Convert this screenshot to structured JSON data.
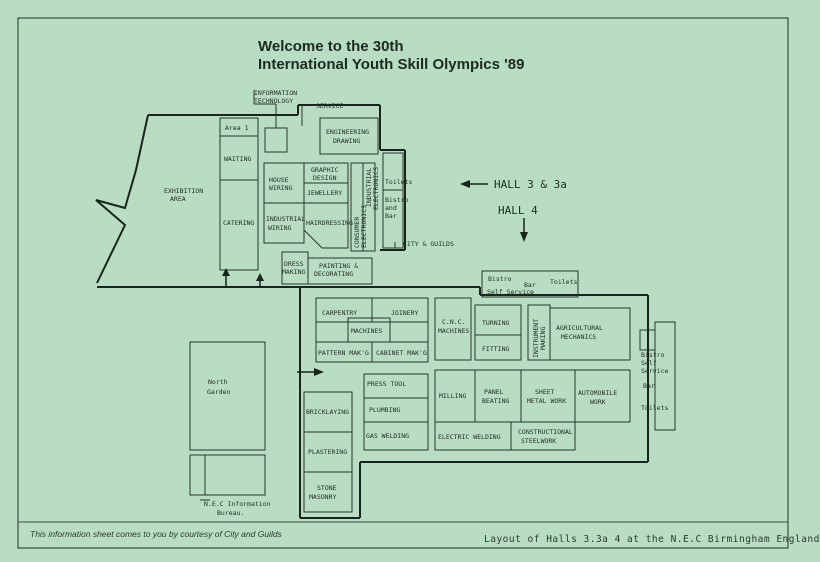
{
  "title": {
    "line1": "Welcome to the 30th",
    "line2": "International Youth Skill Olympics '89"
  },
  "footer": {
    "credit": "This information sheet comes to you by courtesy of City and Guilds",
    "caption": "Layout of Halls  3.3a 4 at the N.E.C  Birmingham England"
  },
  "labels": {
    "information_technology": [
      "INFORMATION",
      "TECHNOLOGY"
    ],
    "service": "SERVICE",
    "exhibition_area": [
      "EXHIBITION",
      "AREA"
    ],
    "area1": "Area 1",
    "waiting": "WAITING",
    "catering": "CATERING",
    "engineering_drawing": [
      "ENGINEERING",
      "DRAWING"
    ],
    "graphic_design": [
      "GRAPHIC",
      "DESIGN"
    ],
    "house_wiring": [
      "HOUSE",
      "WIRING"
    ],
    "jewellery": "JEWELLERY",
    "industrial_wiring": [
      "INDUSTRIAL",
      "WIRING"
    ],
    "hairdressing": "HAIRDRESSING",
    "industrial_electronics": [
      "INDUSTRIAL",
      "ELECTRONICS"
    ],
    "consumer_electronics": [
      "CONSUMER",
      "ELECTRONICS"
    ],
    "toilets_top": "Toilets",
    "bistro_bar_top": [
      "Bistro",
      "and",
      "Bar"
    ],
    "city_guilds": "CITY & GUILDS",
    "hall_33a": "HALL  3 & 3a",
    "hall_4": "HALL  4",
    "dress_making": [
      "DRESS",
      "MAKING"
    ],
    "painting_decorating": [
      "PAINTING &",
      "DECORATING"
    ],
    "bistro_self_service_mid": [
      "Bistro",
      "Bar",
      "Toilets",
      "Self Service"
    ],
    "carpentry": "CARPENTRY",
    "joinery": "JOINERY",
    "machines": "MACHINES",
    "pattern_making": "PATTERN MAK'G",
    "cabinet_making": "CABINET MAK'G",
    "cnc_machines": [
      "C.N.C.",
      "MACHINES"
    ],
    "turning": "TURNING",
    "fitting": "FITTING",
    "instrument_making": [
      "INSTRUMENT",
      "MAKING"
    ],
    "agricultural_mechanics": [
      "AGRICULTURAL",
      "MECHANICS"
    ],
    "bistro_right": [
      "Bistro",
      "Self",
      "Service",
      "Bar",
      "Toilets"
    ],
    "north_garden": [
      "North",
      "Garden"
    ],
    "press_tool": "PRESS TOOL",
    "plumbing": "PLUMBING",
    "gas_welding": "GAS WELDING",
    "milling": "MILLING",
    "panel_beating": [
      "PANEL",
      "BEATING"
    ],
    "sheet_metal_work": [
      "SHEET",
      "METAL WORK"
    ],
    "automobile_work": [
      "AUTOMOBILE",
      "WORK"
    ],
    "electric_welding": "ELECTRIC WELDING",
    "constructional_steelwork": [
      "CONSTRUCTIONAL",
      "STEELWORK"
    ],
    "bricklaying": "BRICKLAYING",
    "plastering": "PLASTERING",
    "stone_masonry": [
      "STONE",
      "MASONRY"
    ],
    "info_bureau": [
      "N.E.C  Information",
      "Bureau."
    ]
  },
  "colors": {
    "paper": "#b9ddc3",
    "ink": "#1f2c24"
  }
}
